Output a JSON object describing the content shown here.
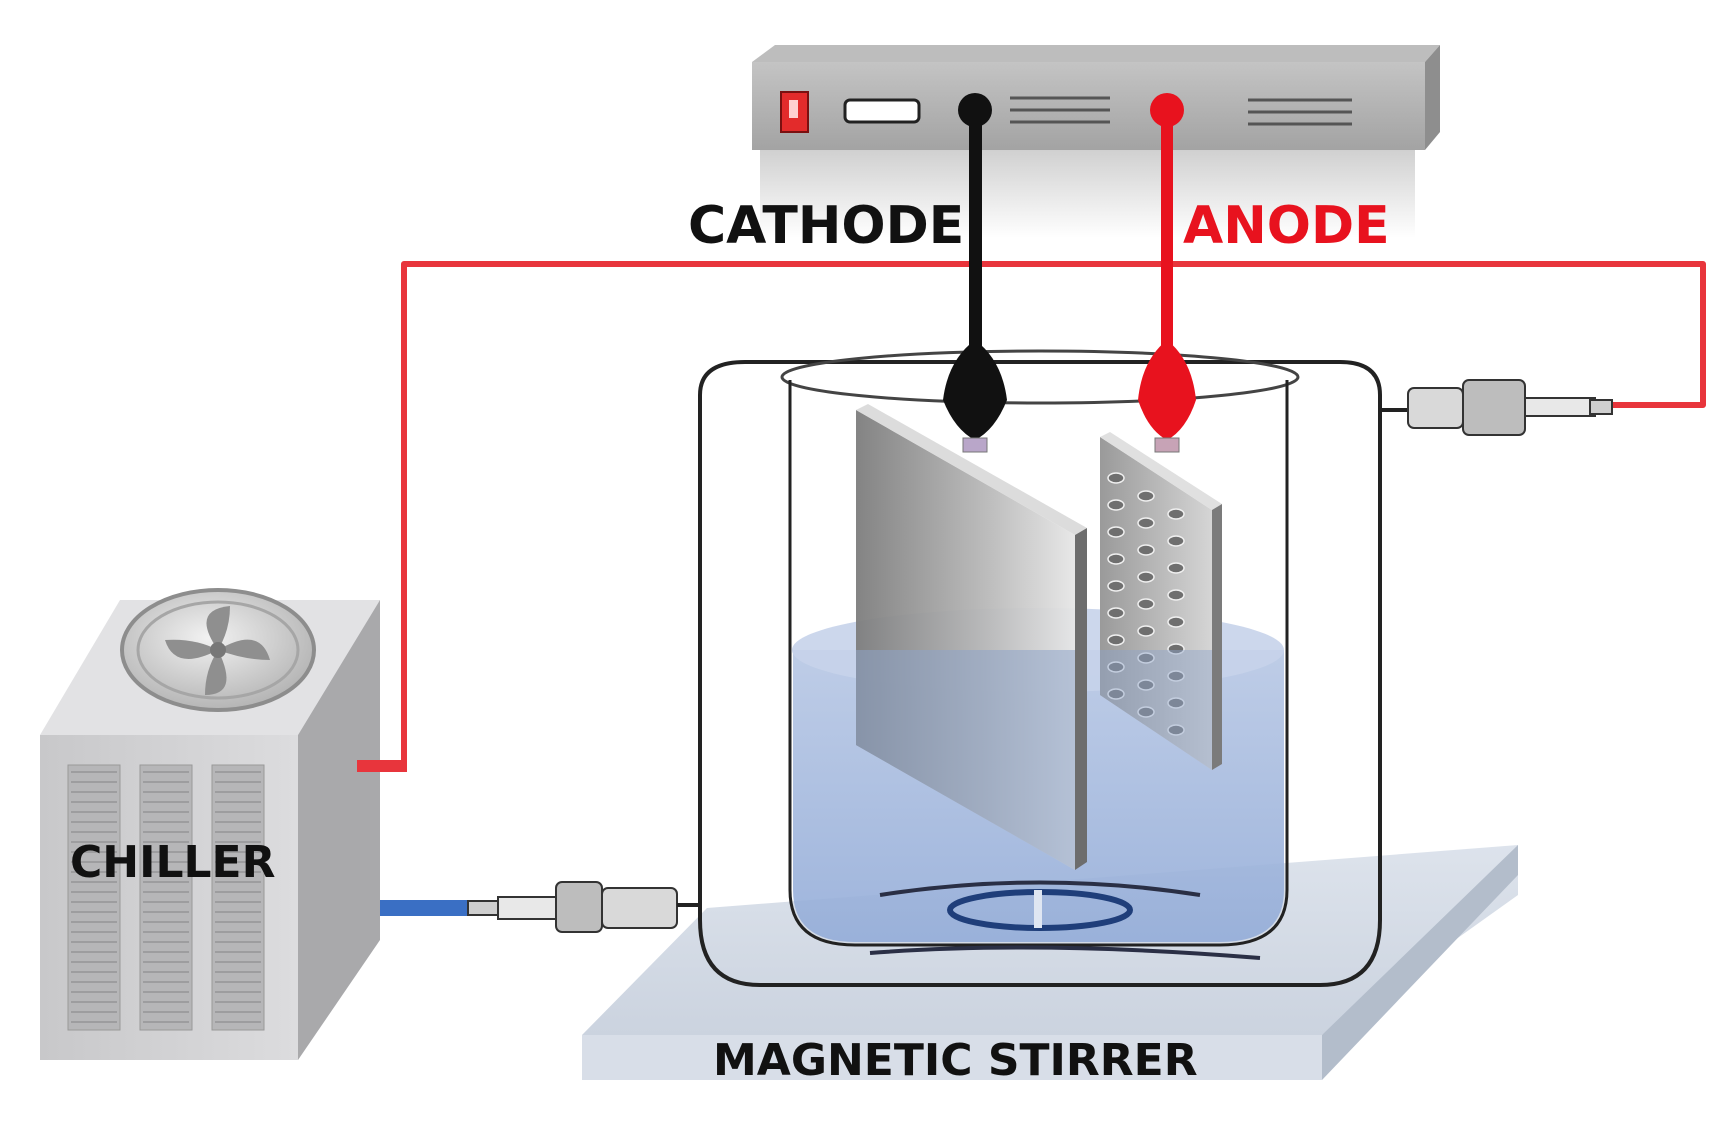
{
  "labels": {
    "cathode": "CATHODE",
    "anode": "ANODE",
    "chiller": "CHILLER",
    "stirrer": "MAGNETIC STIRRER"
  },
  "colors": {
    "anode_red": "#e8121e",
    "cathode_black": "#111111",
    "hose_red": "#e8353c",
    "hose_blue": "#3a6fc4",
    "electrolyte": "#9fb6dd",
    "power_supply": "#a9a9a9",
    "chiller_body": "#cfcfd1",
    "stirrer_plate": "#d4dbe6"
  },
  "icons": {
    "power_switch": "power-switch-icon",
    "display": "display-panel-icon",
    "fan": "fan-icon"
  }
}
